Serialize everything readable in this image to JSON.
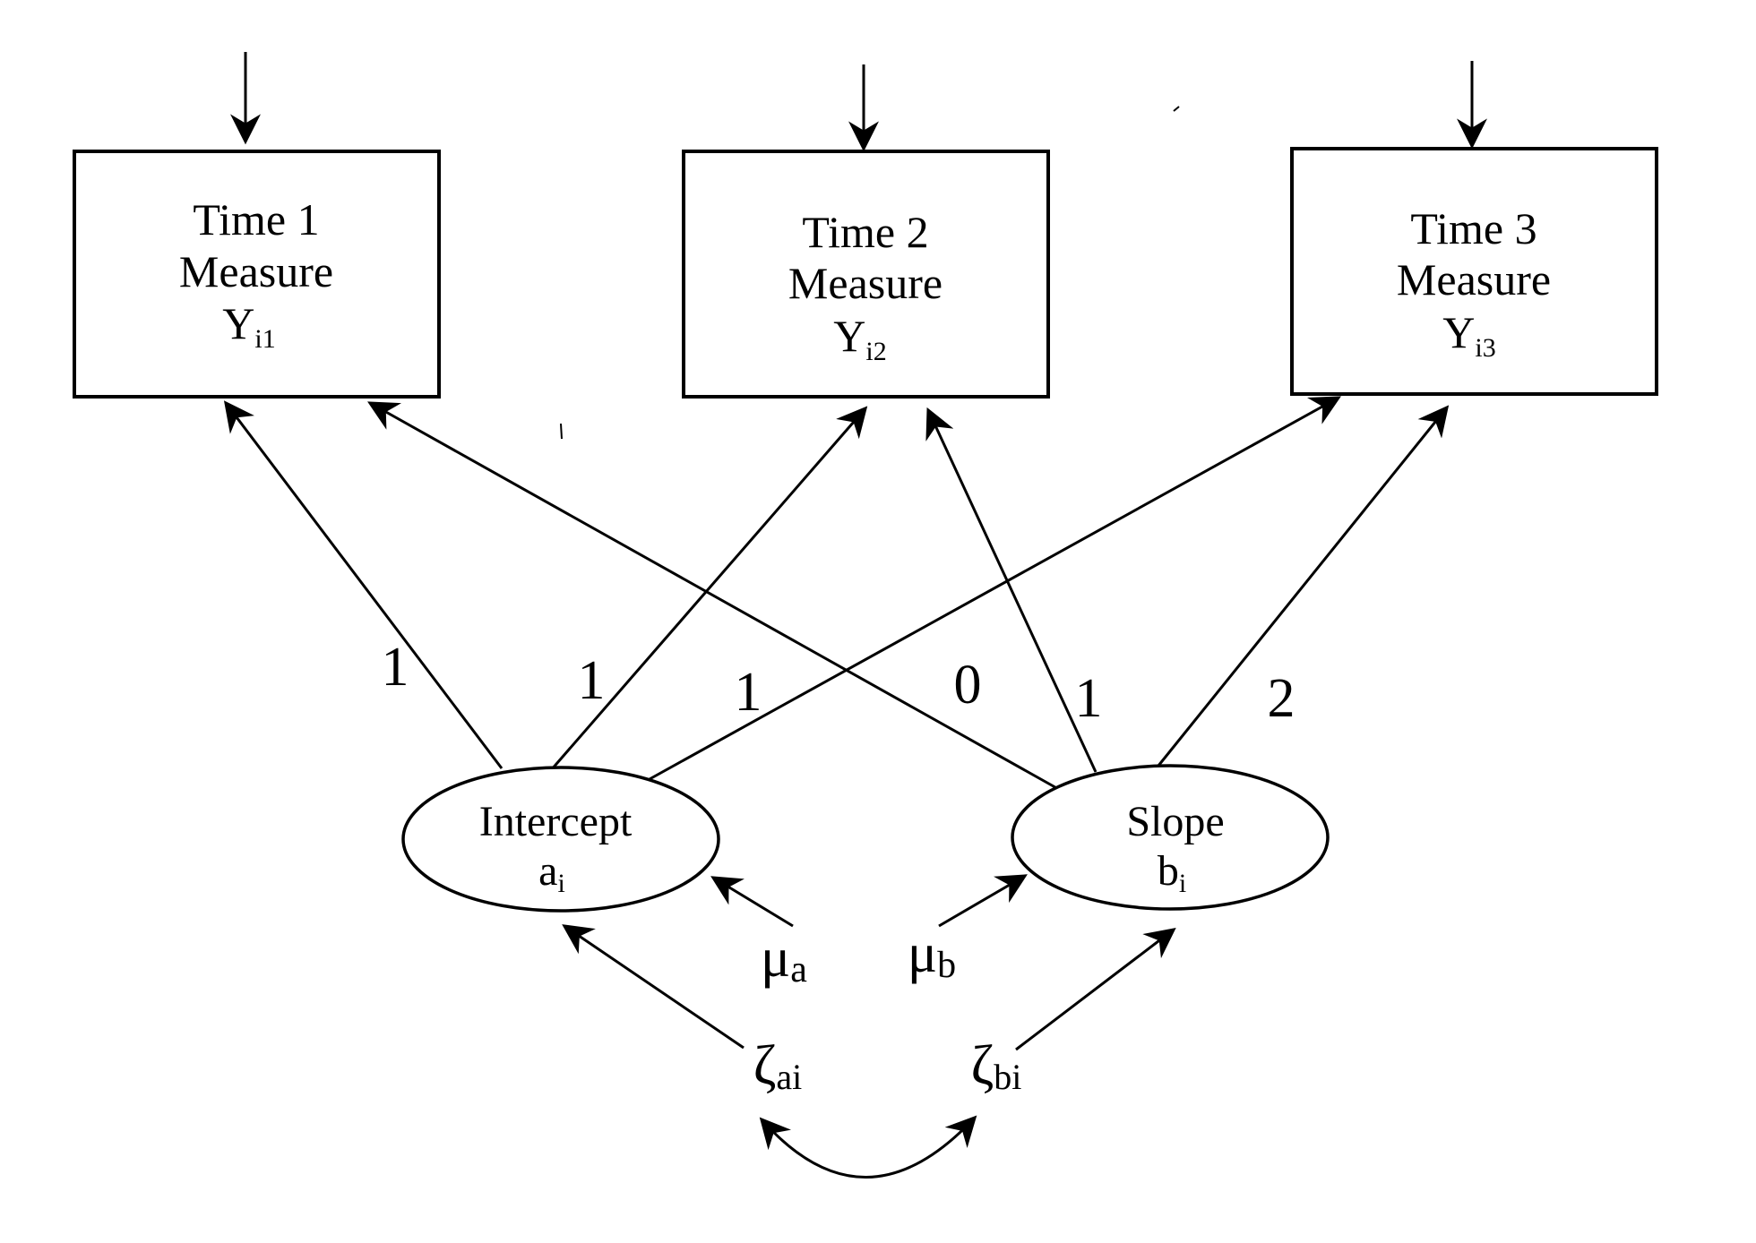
{
  "diagram": {
    "type": "latent growth curve path diagram",
    "measures": [
      {
        "line1": "Time 1",
        "line2": "Measure",
        "symbol": "Y",
        "subscript": "i1"
      },
      {
        "line1": "Time 2",
        "line2": "Measure",
        "symbol": "Y",
        "subscript": "i2"
      },
      {
        "line1": "Time 3",
        "line2": "Measure",
        "symbol": "Y",
        "subscript": "i3"
      }
    ],
    "latents": [
      {
        "name": "Intercept",
        "symbol": "a",
        "subscript": "i"
      },
      {
        "name": "Slope",
        "symbol": "b",
        "subscript": "i"
      }
    ],
    "loadings": {
      "intercept": [
        "1",
        "1",
        "1"
      ],
      "slope": [
        "0",
        "1",
        "2"
      ]
    },
    "means": [
      {
        "symbol": "μ",
        "subscript": "a"
      },
      {
        "symbol": "μ",
        "subscript": "b"
      }
    ],
    "disturbances": [
      {
        "symbol": "ζ",
        "subscript": "ai"
      },
      {
        "symbol": "ζ",
        "subscript": "bi"
      }
    ],
    "colors": {
      "ink": "#000000",
      "background": "#ffffff"
    }
  }
}
